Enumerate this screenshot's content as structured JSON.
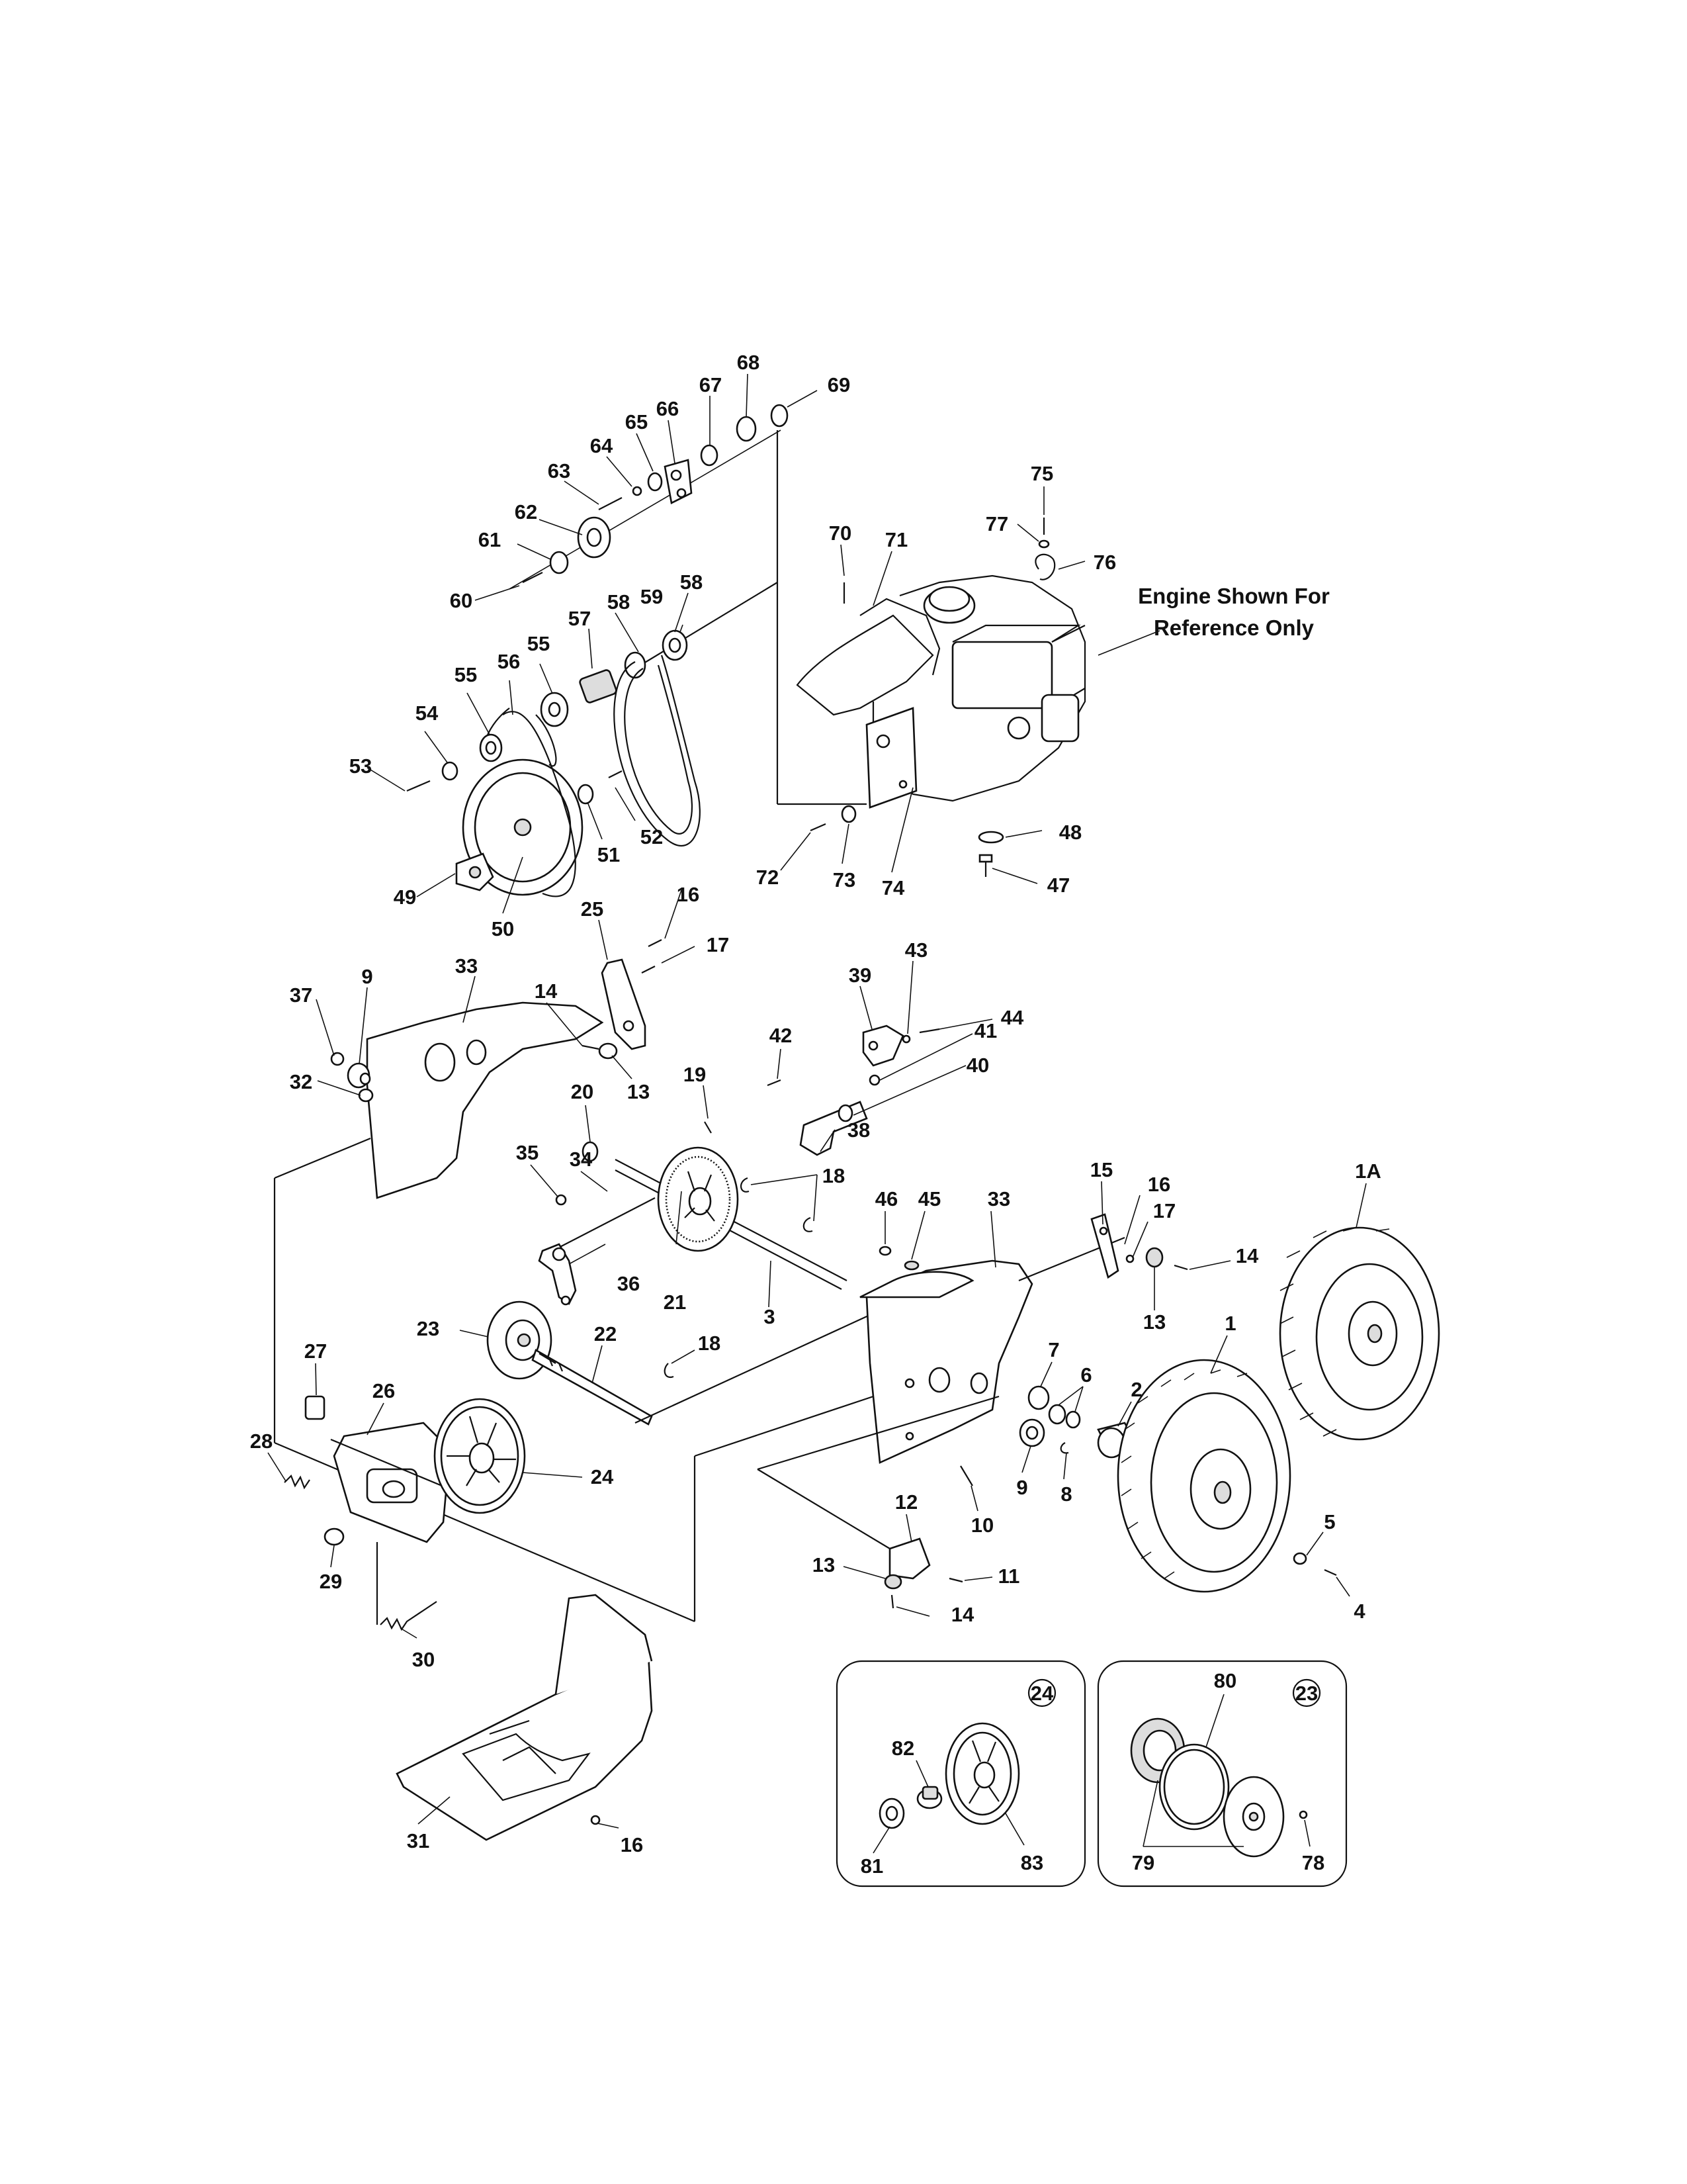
{
  "note": {
    "line1": "Engine Shown For",
    "line2": "Reference Only"
  },
  "inset_a": {
    "badge": "24"
  },
  "inset_b": {
    "badge": "23"
  },
  "callouts": [
    "68",
    "69",
    "67",
    "66",
    "65",
    "64",
    "63",
    "62",
    "61",
    "60",
    "70",
    "71",
    "75",
    "77",
    "76",
    "58",
    "59",
    "58",
    "57",
    "55",
    "56",
    "55",
    "54",
    "53",
    "51",
    "52",
    "49",
    "50",
    "72",
    "73",
    "74",
    "48",
    "47",
    "16",
    "25",
    "17",
    "33",
    "14",
    "13",
    "9",
    "37",
    "32",
    "39",
    "43",
    "44",
    "42",
    "41",
    "40",
    "38",
    "20",
    "19",
    "18",
    "35",
    "34",
    "36",
    "21",
    "3",
    "46",
    "45",
    "33",
    "15",
    "16",
    "17",
    "14",
    "13",
    "1A",
    "23",
    "22",
    "18",
    "27",
    "26",
    "28",
    "24",
    "29",
    "30",
    "7",
    "6",
    "2",
    "9",
    "8",
    "1",
    "5",
    "4",
    "10",
    "12",
    "11",
    "13",
    "14",
    "31",
    "16",
    "82",
    "81",
    "83",
    "80",
    "79",
    "78"
  ]
}
